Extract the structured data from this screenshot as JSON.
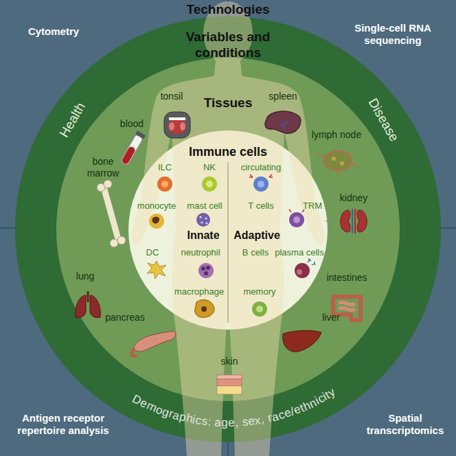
{
  "diagram": {
    "nodes": [
      {
        "text": [
          "Variables and conditions",
          "Health",
          "Disease",
          "Demographics: age, sex, race/ethnicity"
        ]
      },
      {
        "text": [
          "Tissues",
          "tonsil",
          "spleen",
          "blood",
          "lymph node",
          "bone marrow",
          "kidney",
          "lung",
          "intestines",
          "pancreas",
          "liver",
          "skin"
        ],
        "in": 0
      },
      {
        "text": [
          "Immune cells",
          "ILC",
          "NK",
          "circulating",
          "monocyte",
          "mast cell",
          "T cells",
          "TRM",
          "Innate",
          "Adaptive",
          "DC",
          "neutrophil",
          "B cells",
          "plasma cells",
          "macrophage",
          "memory"
        ],
        "in": 1
      }
    ],
    "labels": [
      "Technologies",
      "Cytometry",
      "Single-cell RNA sequencing",
      "Antigen receptor repertoire analysis",
      "Spatial transcriptomics"
    ]
  }
}
